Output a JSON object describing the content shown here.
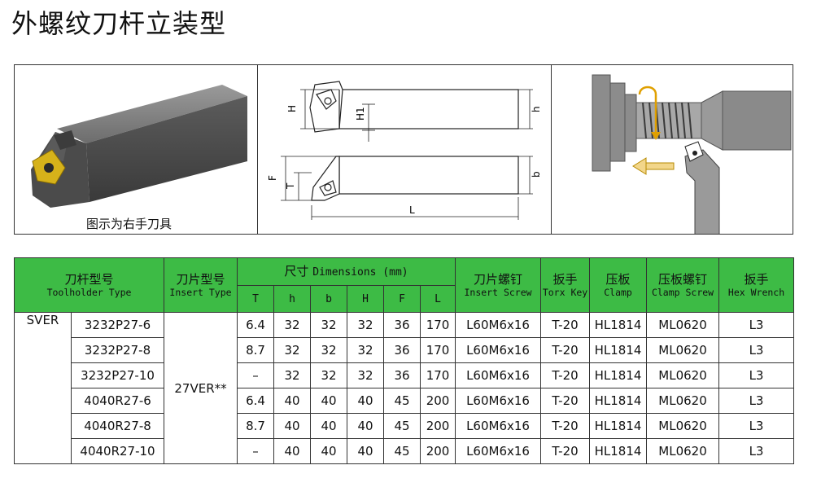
{
  "title": "外螺纹刀杆立装型",
  "panel1": {
    "caption": "图示为右手刀具"
  },
  "drawing_labels": {
    "H": "H",
    "H1": "H1",
    "h": "h",
    "F": "F",
    "T": "T",
    "b": "b",
    "L": "L"
  },
  "table": {
    "headers": {
      "toolholder_cn": "刀杆型号",
      "toolholder_en": "Toolholder Type",
      "insert_cn": "刀片型号",
      "insert_en": "Insert Type",
      "dim_cn": "尺寸",
      "dim_en": "Dimensions (mm)",
      "screw_cn": "刀片螺钉",
      "screw_en": "Insert Screw",
      "torx_cn": "扳手",
      "torx_en": "Torx Key",
      "clamp_cn": "压板",
      "clamp_en": "Clamp",
      "cscrew_cn": "压板螺钉",
      "cscrew_en": "Clamp Screw",
      "hex_cn": "扳手",
      "hex_en": "Hex Wrench"
    },
    "dim_cols": [
      "T",
      "h",
      "b",
      "H",
      "F",
      "L"
    ],
    "prefix": "SVER",
    "insert_type": "27VER**",
    "rows": [
      {
        "model": "3232P27-6",
        "T": "6.4",
        "h": "32",
        "b": "32",
        "H": "32",
        "F": "36",
        "L": "170",
        "screw": "L60M6x16",
        "torx": "T-20",
        "clamp": "HL1814",
        "cscrew": "ML0620",
        "hex": "L3"
      },
      {
        "model": "3232P27-8",
        "T": "8.7",
        "h": "32",
        "b": "32",
        "H": "32",
        "F": "36",
        "L": "170",
        "screw": "L60M6x16",
        "torx": "T-20",
        "clamp": "HL1814",
        "cscrew": "ML0620",
        "hex": "L3"
      },
      {
        "model": "3232P27-10",
        "T": "–",
        "h": "32",
        "b": "32",
        "H": "32",
        "F": "36",
        "L": "170",
        "screw": "L60M6x16",
        "torx": "T-20",
        "clamp": "HL1814",
        "cscrew": "ML0620",
        "hex": "L3"
      },
      {
        "model": "4040R27-6",
        "T": "6.4",
        "h": "40",
        "b": "40",
        "H": "40",
        "F": "45",
        "L": "200",
        "screw": "L60M6x16",
        "torx": "T-20",
        "clamp": "HL1814",
        "cscrew": "ML0620",
        "hex": "L3"
      },
      {
        "model": "4040R27-8",
        "T": "8.7",
        "h": "40",
        "b": "40",
        "H": "40",
        "F": "45",
        "L": "200",
        "screw": "L60M6x16",
        "torx": "T-20",
        "clamp": "HL1814",
        "cscrew": "ML0620",
        "hex": "L3"
      },
      {
        "model": "4040R27-10",
        "T": "–",
        "h": "40",
        "b": "40",
        "H": "40",
        "F": "45",
        "L": "200",
        "screw": "L60M6x16",
        "torx": "T-20",
        "clamp": "HL1814",
        "cscrew": "ML0620",
        "hex": "L3"
      }
    ]
  }
}
